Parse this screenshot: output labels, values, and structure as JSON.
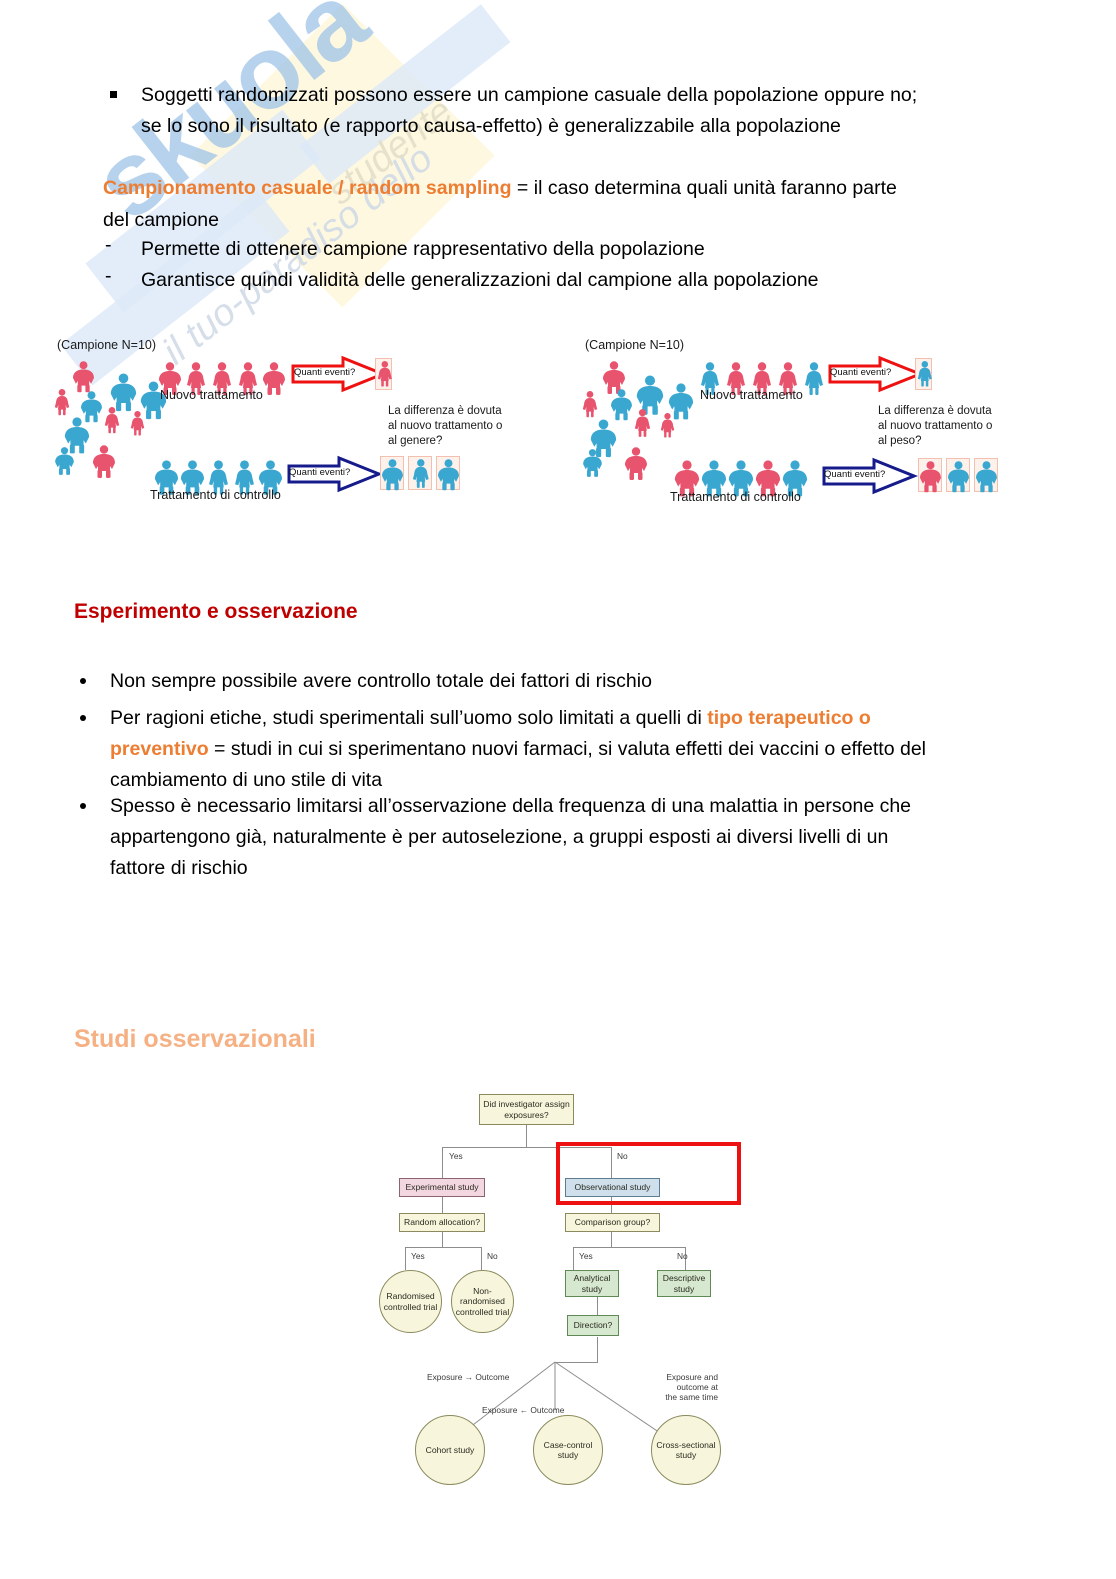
{
  "document": {
    "title": "Campionamento casuale e studi osservazionali"
  },
  "section_randomization": {
    "bullet1_line1": "Soggetti randomizzati possono essere un campione casuale della popolazione oppure no;",
    "bullet1_line2": "se lo sono il risultato (e rapporto causa-effetto) è generalizzabile alla popolazione",
    "definition_term": "Campionamento casuale / random sampling",
    "definition_body_line1": " = il caso determina quali unità faranno parte",
    "definition_body_line2": "del campione",
    "dash_marker": "-",
    "dash_items": [
      "Permette di ottenere campione rappresentativo della popolazione",
      "Garantisce quindi validità delle generalizzazioni dal campione alla popolazione"
    ]
  },
  "figure_left": {
    "sample_label": "(Campione N=10)",
    "treatment_label": "Nuovo trattamento",
    "control_label": "Trattamento di controllo",
    "arrow_label_top": "Quanti eventi?",
    "arrow_label_bottom": "Quanti eventi?",
    "question_line1": "La differenza è dovuta",
    "question_line2": "al nuovo trattamento o",
    "question_line3": "al genere?",
    "treatment_row": [
      "pink",
      "pink",
      "pink",
      "pink",
      "pink"
    ],
    "control_row": [
      "blue",
      "blue",
      "blue",
      "blue",
      "blue"
    ],
    "events_top": [
      "pink"
    ],
    "events_bottom": [
      "blue",
      "blue",
      "blue"
    ]
  },
  "figure_right": {
    "sample_label": "(Campione N=10)",
    "treatment_label": "Nuovo trattamento",
    "control_label": "Trattamento di controllo",
    "arrow_label_top": "Quanti eventi?",
    "arrow_label_bottom": "Quanti eventi?",
    "question_line1": "La differenza è dovuta",
    "question_line2": "al nuovo trattamento o",
    "question_line3": "al peso?",
    "treatment_row": [
      "blue",
      "pink",
      "pink",
      "pink",
      "blue"
    ],
    "control_row": [
      "pink",
      "blue",
      "blue",
      "pink",
      "blue"
    ],
    "events_top": [
      "blue"
    ],
    "events_bottom": [
      "pink",
      "blue",
      "blue"
    ]
  },
  "section_experiment": {
    "heading": "Esperimento e osservazione",
    "bullets": [
      {
        "line1": "Non sempre possibile avere controllo totale dei fattori di rischio"
      },
      {
        "line1_pre": "Per ragioni etiche, studi sperimentali sull’uomo solo limitati a quelli di ",
        "line1_highlight": "tipo terapeutico o",
        "line2_highlight": "preventivo",
        "line2_post": " = studi in cui si sperimentano nuovi farmaci, si valuta effetti dei vaccini o effetto del",
        "line3": "cambiamento di uno stile di vita"
      },
      {
        "line1": "Spesso è necessario limitarsi all’osservazione della frequenza di una malattia in persone che",
        "line2": "appartengono già, naturalmente è per autoselezione, a gruppi esposti ai diversi livelli di un",
        "line3": "fattore di rischio"
      }
    ]
  },
  "section_observational": {
    "heading": "Studi osservazionali"
  },
  "flowchart": {
    "root": "Did investigator assign exposures?",
    "branch_yes_label": "Yes",
    "branch_no_label": "No",
    "experimental_study": "Experimental study",
    "observational_study": "Observational study",
    "random_allocation": "Random allocation?",
    "comparison_group": "Comparison group?",
    "yes_left": "Yes",
    "no_left": "No",
    "yes_right": "Yes",
    "no_right": "No",
    "randomised_controlled_trial": "Randomised controlled trial",
    "non_randomised_controlled_trial": "Non-randomised controlled trial",
    "analytical_study": "Analytical study",
    "descriptive_study": "Descriptive study",
    "direction": "Direction?",
    "edge_cohort": "Exposure → Outcome",
    "edge_case_control": "Exposure ← Outcome",
    "edge_cross_l1": "Exposure and",
    "edge_cross_l2": "outcome at",
    "edge_cross_l3": "the same time",
    "cohort_study": "Cohort study",
    "case_control_study": "Case-control study",
    "cross_sectional_study": "Cross-sectional study",
    "highlight_color": "#EE1111"
  },
  "watermark": {
    "main": "skuola",
    "sub": "il tuo-paradiso dello",
    "sub2": "studente"
  },
  "colors": {
    "orange_accent": "#ED7D31",
    "red_heading": "#C00000",
    "light_orange_heading": "#F5B183",
    "person_pink": "#E8536E",
    "person_blue": "#3AA7D0"
  }
}
